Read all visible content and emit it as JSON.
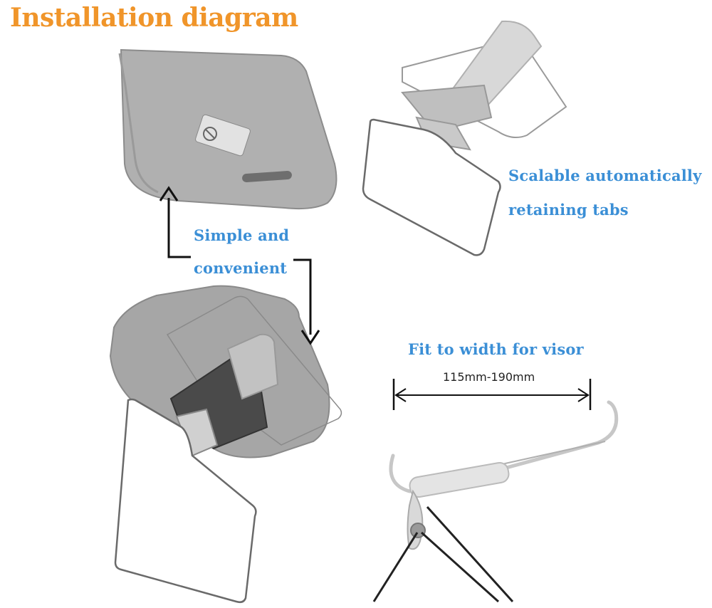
{
  "title": "Installation diagram",
  "captions": {
    "simple_line1": "Simple and",
    "simple_line2": "convenient",
    "tabs_line1": "Scalable automatically",
    "tabs_line2": "retaining tabs",
    "fit_width": "Fit to width for visor",
    "measurement": "115mm-190mm"
  },
  "colors": {
    "title": "#f0952a",
    "caption": "#3b8fd6",
    "arrow": "#111111",
    "visor": "#a9a9a9",
    "visor_dark": "#8c8c8c",
    "clip": "#cfcfcf"
  },
  "icons": {
    "up_arrow": "arrow-up-icon",
    "down_arrow": "arrow-down-icon",
    "width_arrow": "double-arrow-icon"
  }
}
